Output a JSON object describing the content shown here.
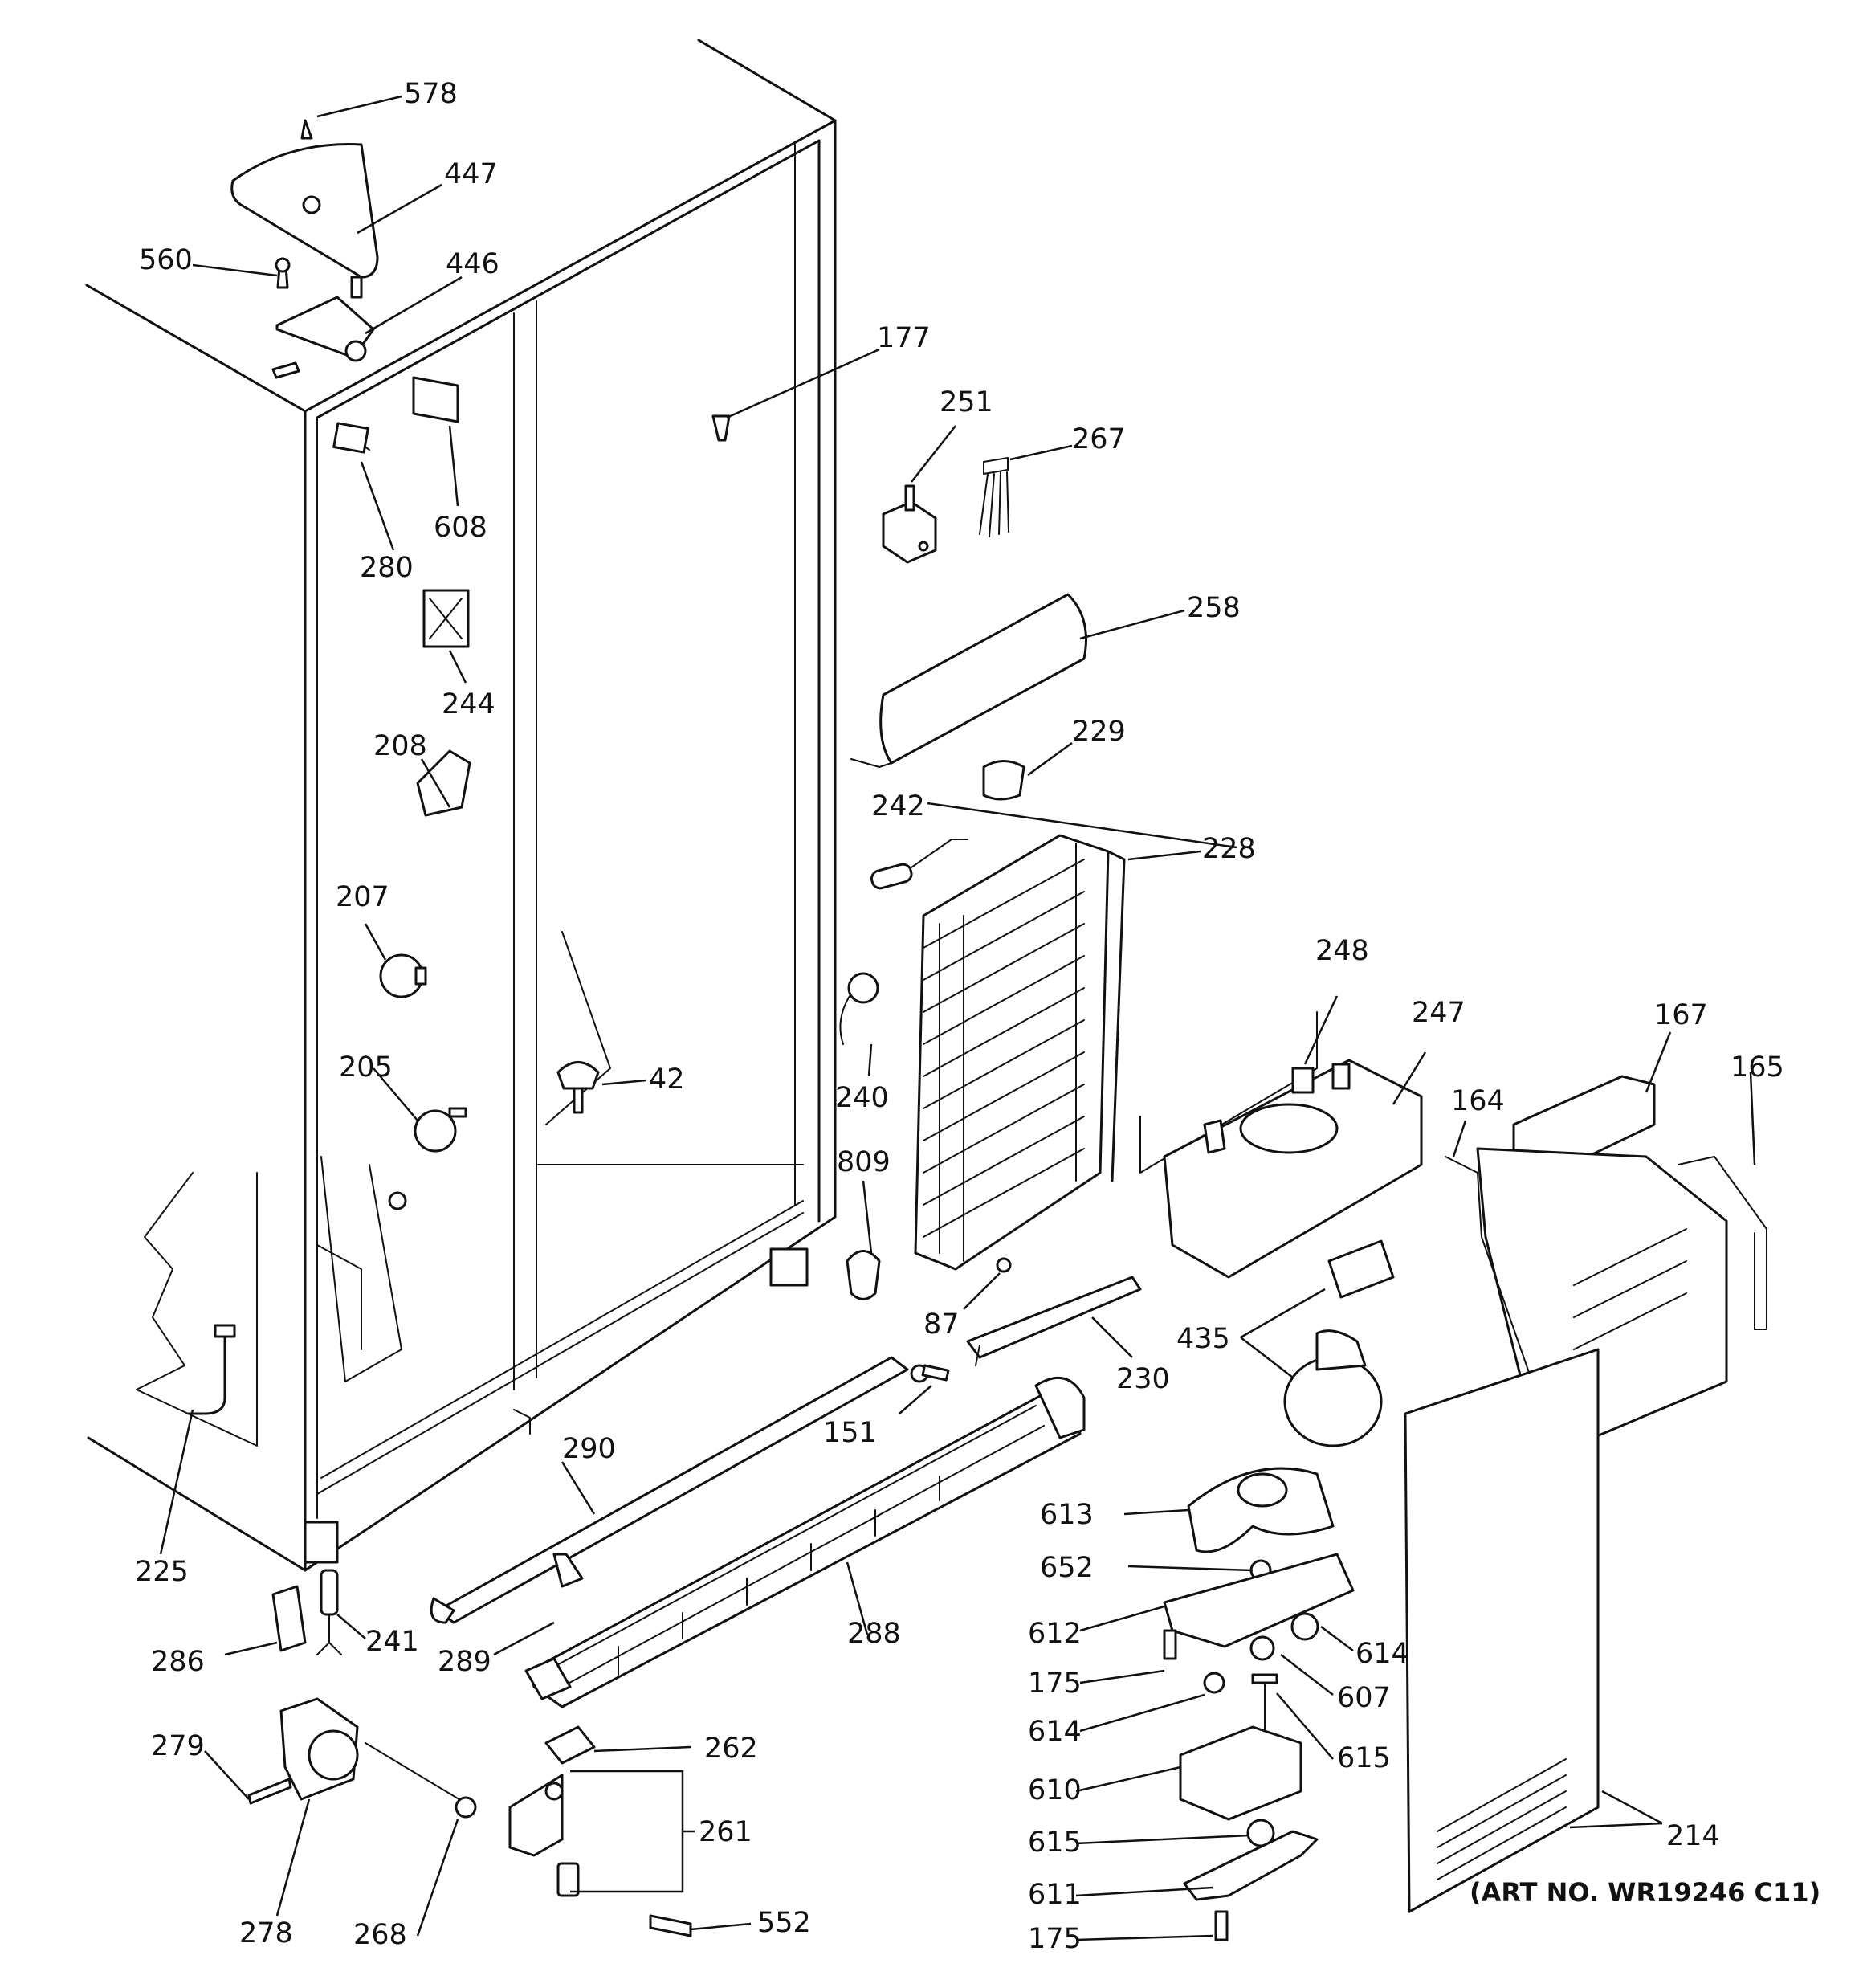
{
  "art_number": "(ART NO. WR19246 C11)",
  "callouts": [
    {
      "label": "578"
    },
    {
      "label": "447"
    },
    {
      "label": "560"
    },
    {
      "label": "446"
    },
    {
      "label": "177"
    },
    {
      "label": "251"
    },
    {
      "label": "267"
    },
    {
      "label": "280"
    },
    {
      "label": "608"
    },
    {
      "label": "244"
    },
    {
      "label": "258"
    },
    {
      "label": "229"
    },
    {
      "label": "208"
    },
    {
      "label": "242"
    },
    {
      "label": "228"
    },
    {
      "label": "207"
    },
    {
      "label": "248"
    },
    {
      "label": "247"
    },
    {
      "label": "240"
    },
    {
      "label": "167"
    },
    {
      "label": "165"
    },
    {
      "label": "42"
    },
    {
      "label": "205"
    },
    {
      "label": "164"
    },
    {
      "label": "809"
    },
    {
      "label": "87"
    },
    {
      "label": "435"
    },
    {
      "label": "230"
    },
    {
      "label": "225"
    },
    {
      "label": "290"
    },
    {
      "label": "151"
    },
    {
      "label": "613"
    },
    {
      "label": "652"
    },
    {
      "label": "612"
    },
    {
      "label": "614"
    },
    {
      "label": "175"
    },
    {
      "label": "607"
    },
    {
      "label": "286"
    },
    {
      "label": "241"
    },
    {
      "label": "289"
    },
    {
      "label": "288"
    },
    {
      "label": "614"
    },
    {
      "label": "615"
    },
    {
      "label": "279"
    },
    {
      "label": "262"
    },
    {
      "label": "610"
    },
    {
      "label": "261"
    },
    {
      "label": "615"
    },
    {
      "label": "214"
    },
    {
      "label": "278"
    },
    {
      "label": "268"
    },
    {
      "label": "611"
    },
    {
      "label": "552"
    },
    {
      "label": "175"
    }
  ]
}
